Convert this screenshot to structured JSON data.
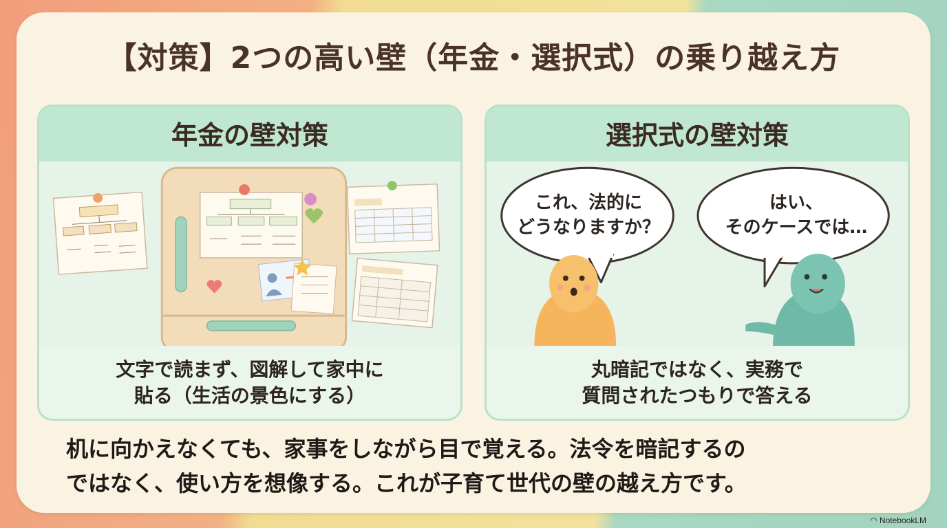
{
  "title": "【対策】2つの高い壁（年金・選択式）の乗り越え方",
  "left_panel": {
    "heading": "年金の壁対策",
    "caption_lines": [
      "文字で読まず、図解して家中に",
      "貼る（生活の景色にする）"
    ]
  },
  "right_panel": {
    "heading": "選択式の壁対策",
    "bubble_left_lines": [
      "これ、法的に",
      "どうなりますか？"
    ],
    "bubble_right_lines": [
      "はい、",
      "そのケースでは…"
    ],
    "caption_lines": [
      "丸暗記ではなく、実務で",
      "質問されたつもりで答える"
    ]
  },
  "summary_lines": [
    "机に向かえなくても、家事をしながら目で覚える。法令を暗記するの",
    "ではなく、使い方を想像する。これが子育て世代の壁の越え方です。"
  ],
  "brand": "NotebookLM",
  "colors": {
    "panel_bg": "#e6f3e8",
    "panel_head": "#bfe7d2",
    "card_bg": "#fbf3e2",
    "fridge": "#f3dcb9",
    "person_orange": "#f6b55c",
    "person_teal": "#6fb9a8"
  }
}
